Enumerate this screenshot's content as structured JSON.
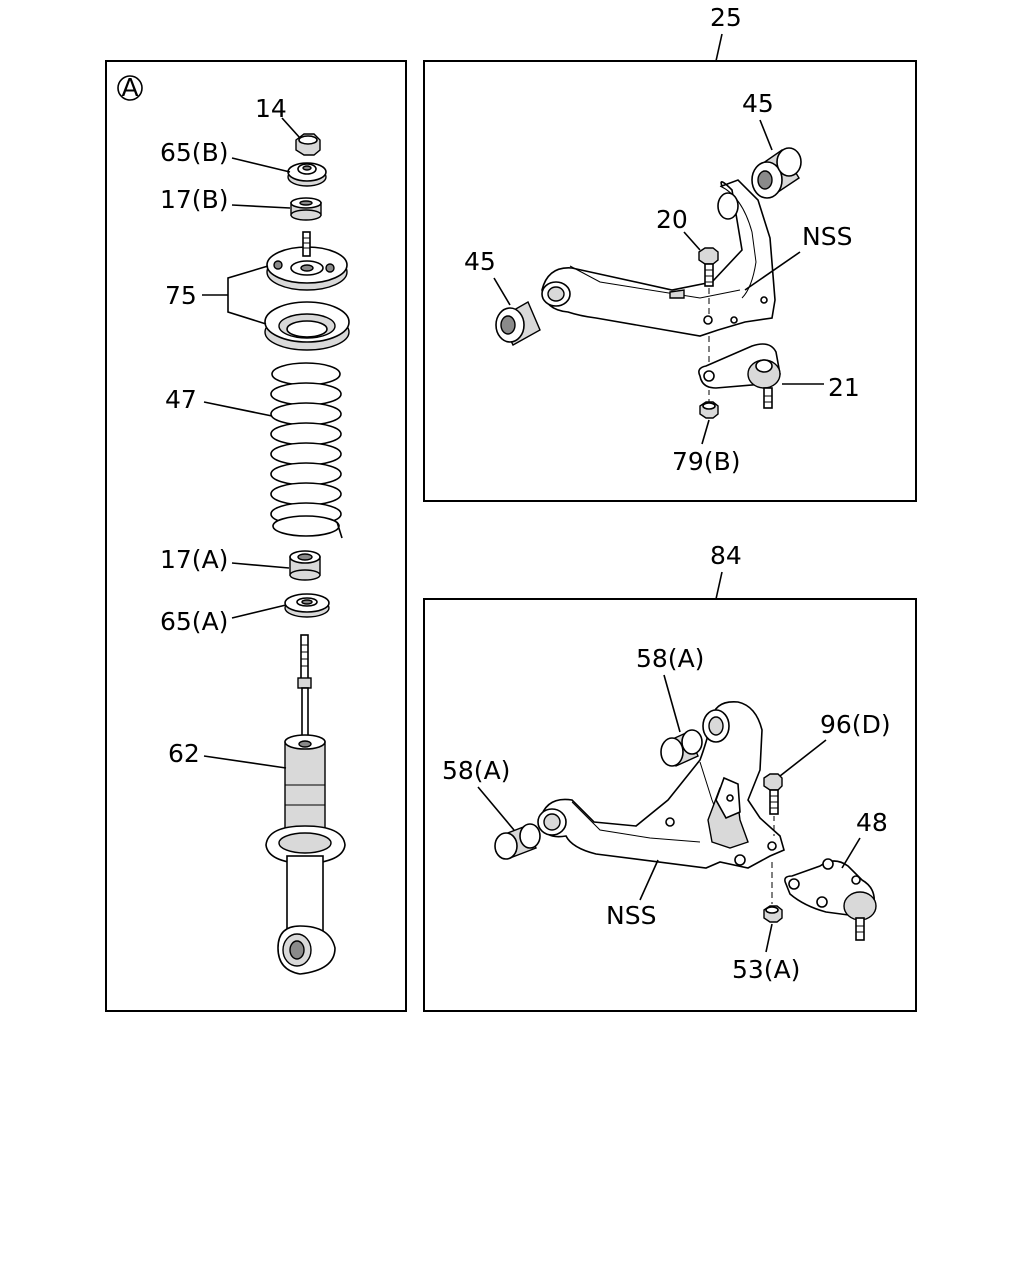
{
  "panel_a": {
    "marker": "A",
    "labels": {
      "l14": "14",
      "l65b": "65(B)",
      "l17b": "17(B)",
      "l75": "75",
      "l47": "47",
      "l17a": "17(A)",
      "l65a": "65(A)",
      "l62": "62"
    }
  },
  "panel_upper": {
    "ref": "25",
    "labels": {
      "l45a": "45",
      "l45b": "45",
      "l20": "20",
      "lnss": "NSS",
      "l21": "21",
      "l79b": "79(B)"
    }
  },
  "panel_lower": {
    "ref": "84",
    "labels": {
      "l58a1": "58(A)",
      "l58a2": "58(A)",
      "l96d": "96(D)",
      "l48": "48",
      "lnss": "NSS",
      "l53a": "53(A)"
    }
  }
}
